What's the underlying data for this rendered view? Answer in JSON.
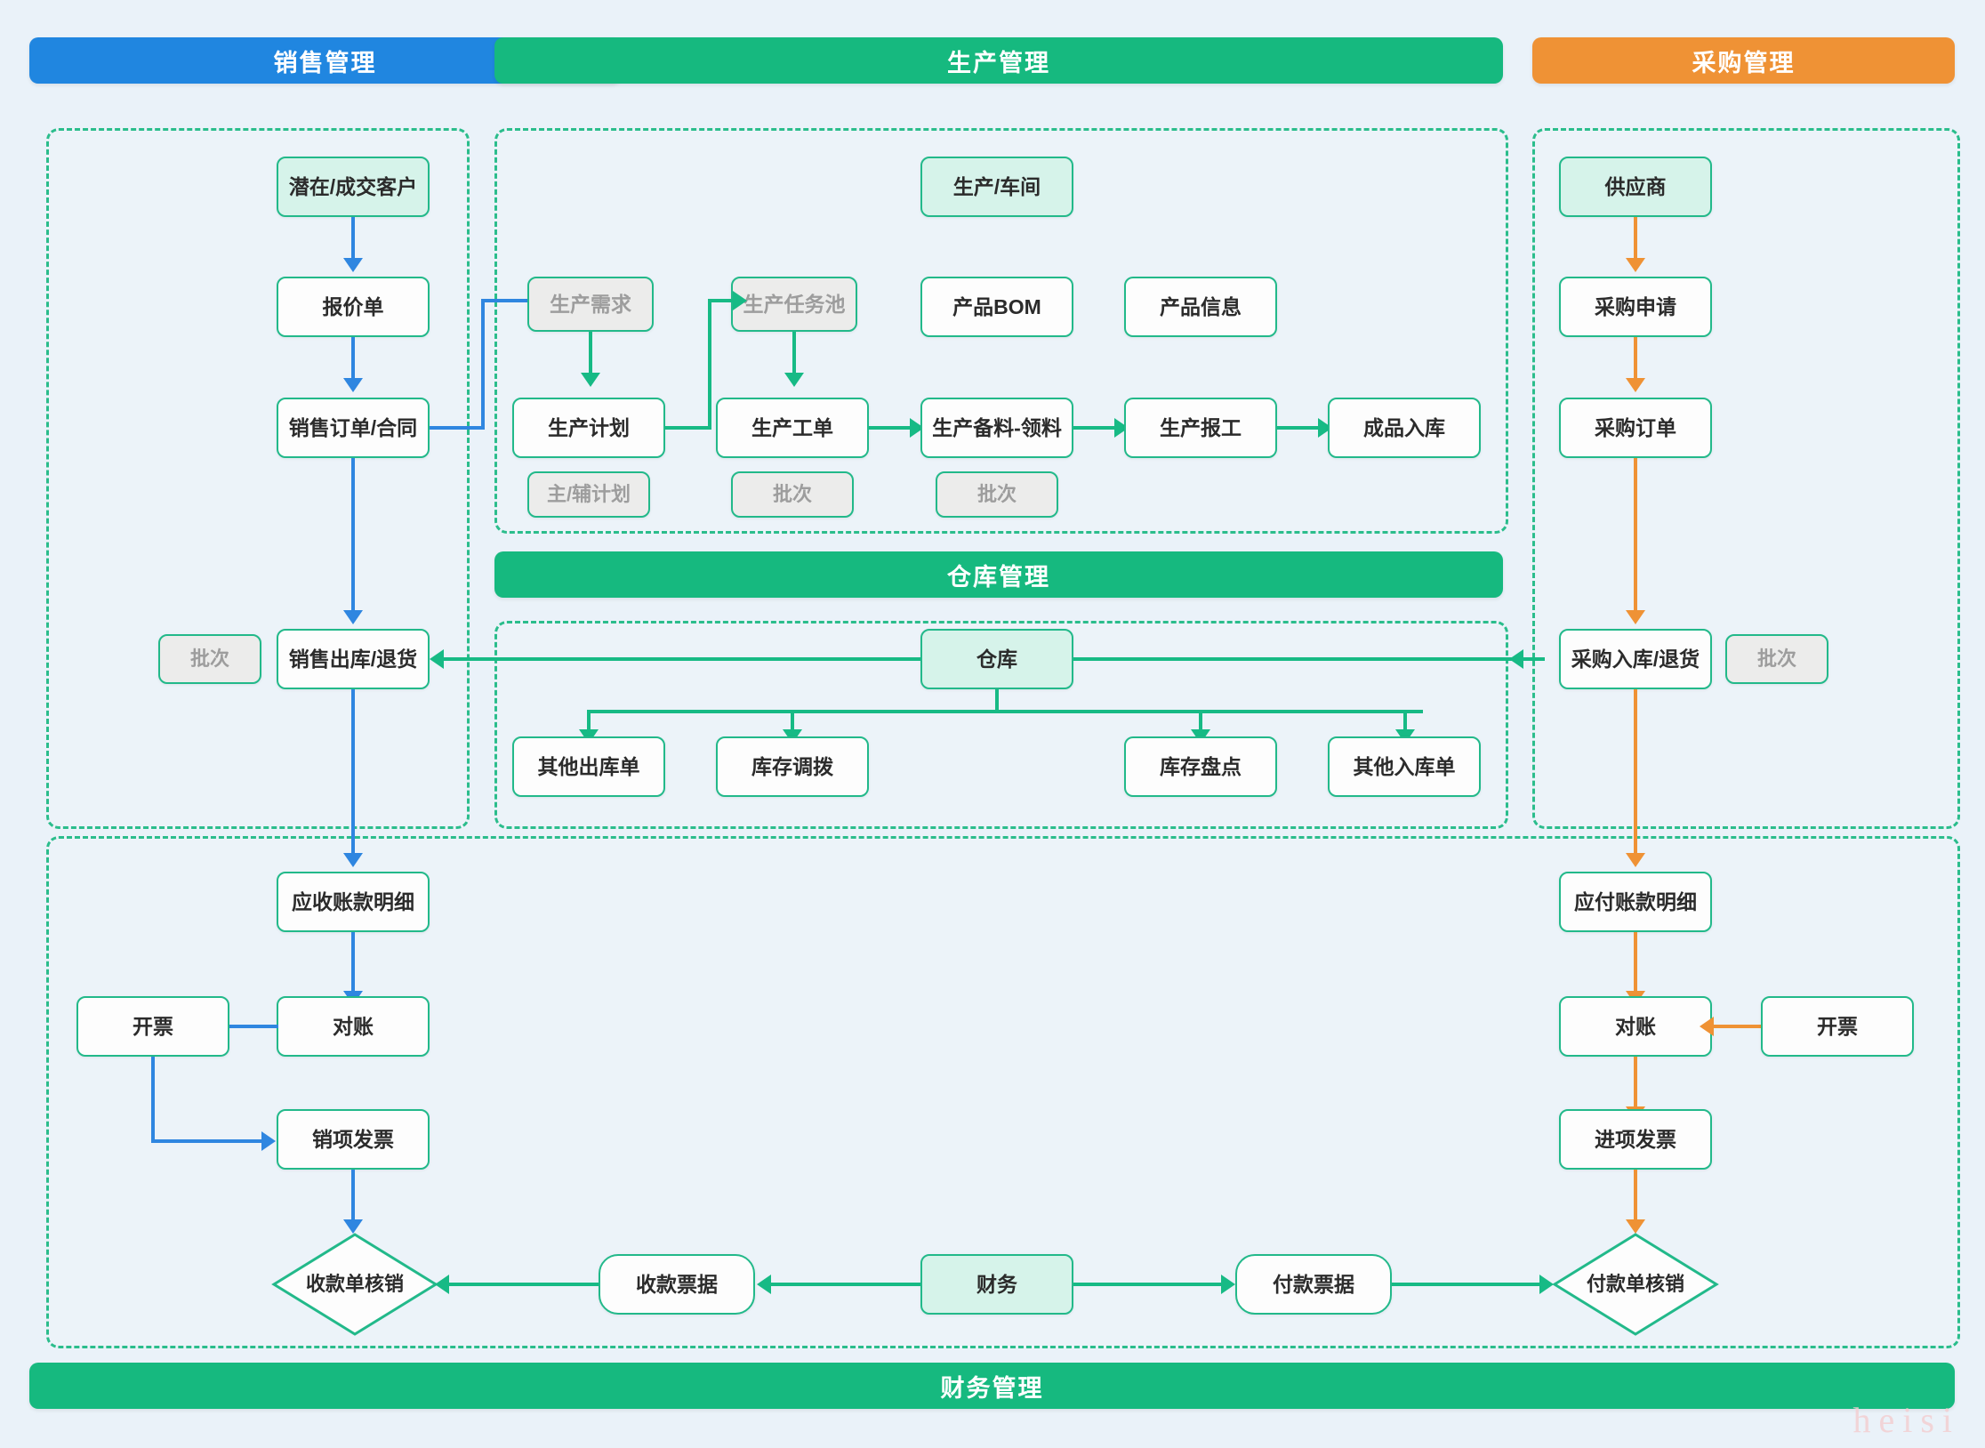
{
  "sections": {
    "sales": {
      "title": "销售管理",
      "color": "#2086e0"
    },
    "production": {
      "title": "生产管理",
      "color": "#16b97f"
    },
    "purchase": {
      "title": "采购管理",
      "color": "#ef9235"
    },
    "warehouse": {
      "title": "仓库管理",
      "color": "#16b97f"
    },
    "finance": {
      "title": "财务管理",
      "color": "#16b97f"
    }
  },
  "sales_nodes": {
    "customer": "潜在/成交客户",
    "quotation": "报价单",
    "sales_order": "销售订单/合同",
    "sales_out": "销售出库/退货",
    "sales_batch": "批次",
    "receivable_detail": "应收账款明细",
    "reconcile": "对账",
    "invoice_make": "开票",
    "output_invoice": "销项发票",
    "receipt_writeoff": "收款单核销"
  },
  "production_nodes": {
    "workshop": "生产/车间",
    "demand": "生产需求",
    "task_pool": "生产任务池",
    "product_bom": "产品BOM",
    "product_info": "产品信息",
    "plan": "生产计划",
    "plan_sub": "主/辅计划",
    "work_order": "生产工单",
    "work_order_sub": "批次",
    "material_pick": "生产备料-领料",
    "material_pick_sub": "批次",
    "report_work": "生产报工",
    "finished_in": "成品入库"
  },
  "warehouse_nodes": {
    "warehouse": "仓库",
    "other_out": "其他出库单",
    "transfer": "库存调拨",
    "stocktake": "库存盘点",
    "other_in": "其他入库单"
  },
  "purchase_nodes": {
    "supplier": "供应商",
    "requisition": "采购申请",
    "purchase_order": "采购订单",
    "purchase_in": "采购入库/退货",
    "purchase_batch": "批次",
    "payable_detail": "应付账款明细",
    "reconcile": "对账",
    "invoice_make": "开票",
    "input_invoice": "进项发票",
    "payment_writeoff": "付款单核销"
  },
  "finance_nodes": {
    "finance": "财务",
    "receipt_bill": "收款票据",
    "payment_bill": "付款票据"
  },
  "watermark": "heisi"
}
